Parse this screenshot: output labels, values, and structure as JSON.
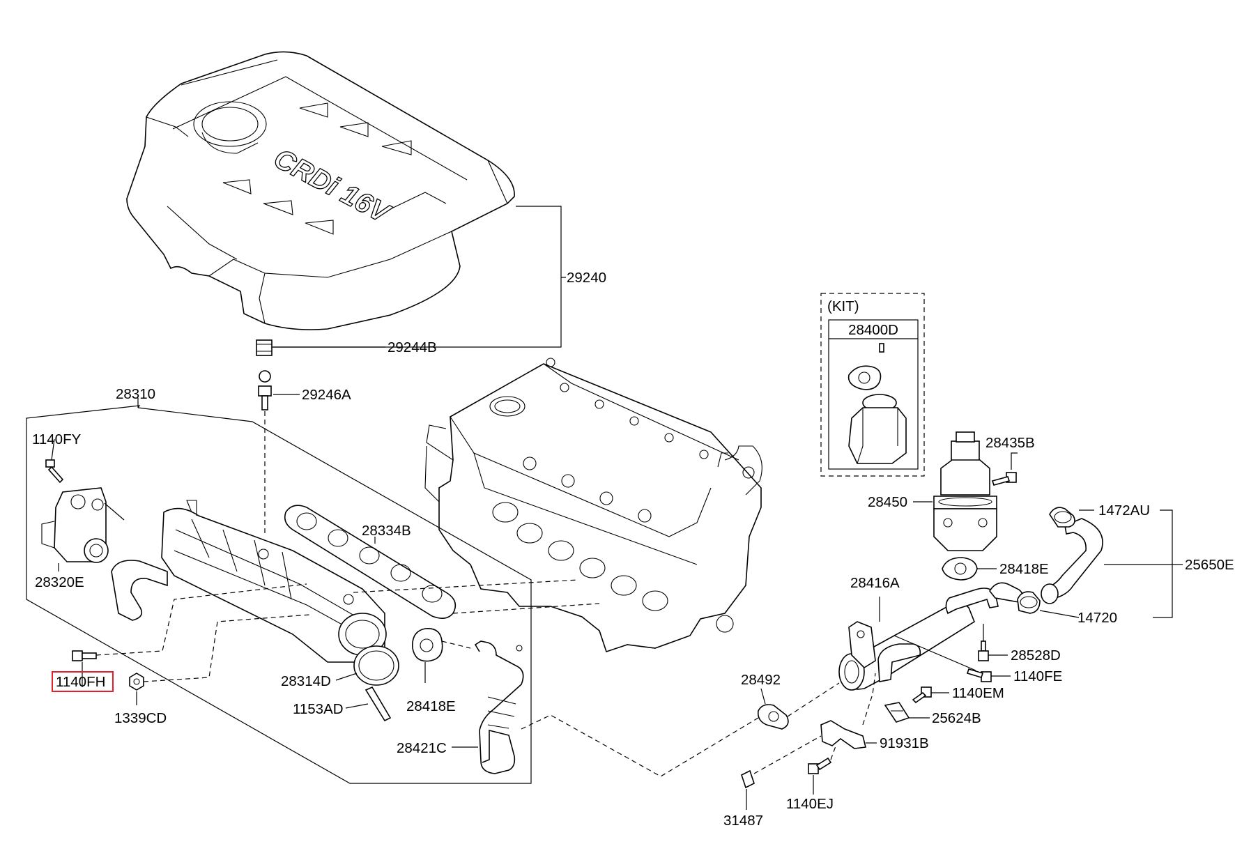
{
  "cover_text": "CRDi 16V",
  "kit": {
    "heading": "(KIT)",
    "part_number": "28400D"
  },
  "labels": {
    "p29240": "29240",
    "p29244B": "29244B",
    "p29246A": "29246A",
    "p28310": "28310",
    "p1140FY": "1140FY",
    "p28320E": "28320E",
    "p28334B": "28334B",
    "p1140FH": "1140FH",
    "p1339CD": "1339CD",
    "p28314D": "28314D",
    "p1153AD": "1153AD",
    "p28418E_left": "28418E",
    "p28421C": "28421C",
    "p28435B": "28435B",
    "p28450": "28450",
    "p1472AU": "1472AU",
    "p25650E": "25650E",
    "p28418E_right": "28418E",
    "p28416A": "28416A",
    "p14720": "14720",
    "p28528D": "28528D",
    "p1140FE": "1140FE",
    "p28492": "28492",
    "p1140EM": "1140EM",
    "p25624B": "25624B",
    "p91931B": "91931B",
    "p1140EJ": "1140EJ",
    "p31487": "31487"
  },
  "highlight": {
    "part": "1140FH",
    "color": "#e0202a"
  }
}
